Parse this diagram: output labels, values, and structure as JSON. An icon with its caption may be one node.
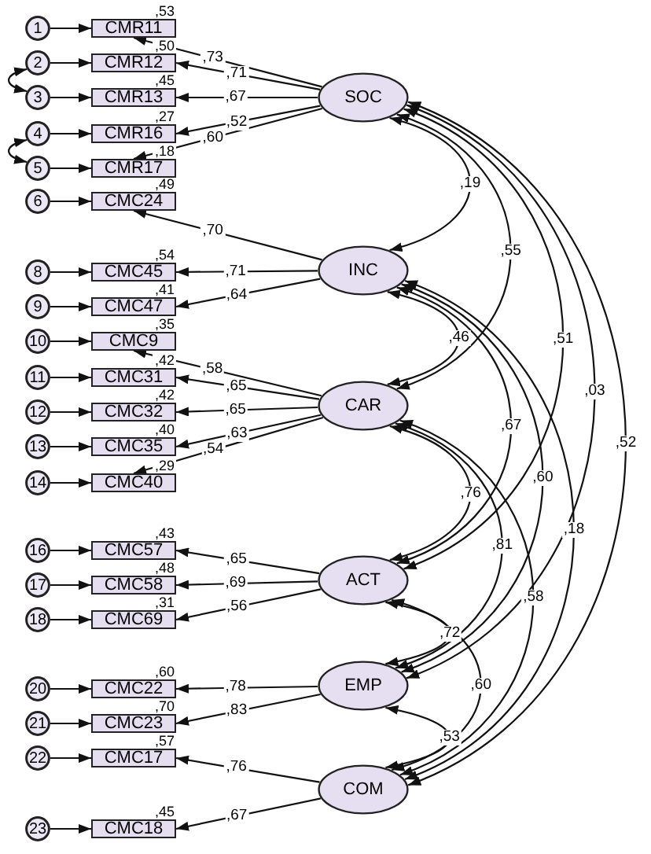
{
  "diagram": {
    "nodes": [
      {
        "text": [
          "1"
        ]
      },
      {
        "text": [
          "CMR11"
        ],
        "beside": [
          ",53"
        ]
      },
      {
        "text": [
          "2"
        ]
      },
      {
        "text": [
          "CMR12"
        ],
        "beside": [
          ",50"
        ]
      },
      {
        "text": [
          "3"
        ]
      },
      {
        "text": [
          "CMR13"
        ],
        "beside": [
          ",45"
        ]
      },
      {
        "text": [
          "SOC"
        ]
      },
      {
        "text": [
          "4"
        ]
      },
      {
        "text": [
          "CMR16"
        ],
        "beside": [
          ",27"
        ]
      },
      {
        "text": [
          "5"
        ]
      },
      {
        "text": [
          "CMR17"
        ],
        "beside": [
          ",18"
        ]
      },
      {
        "text": [
          "6"
        ]
      },
      {
        "text": [
          "CMC24"
        ],
        "beside": [
          ",49"
        ]
      },
      {
        "text": [
          "8"
        ]
      },
      {
        "text": [
          "CMC45"
        ],
        "beside": [
          ",54"
        ]
      },
      {
        "text": [
          "INC"
        ]
      },
      {
        "text": [
          "9"
        ]
      },
      {
        "text": [
          "CMC47"
        ],
        "beside": [
          ",41"
        ]
      },
      {
        "text": [
          "10"
        ]
      },
      {
        "text": [
          "CMC9"
        ],
        "beside": [
          ",35"
        ]
      },
      {
        "text": [
          "11"
        ]
      },
      {
        "text": [
          "CMC31"
        ],
        "beside": [
          ",42"
        ]
      },
      {
        "text": [
          "12"
        ]
      },
      {
        "text": [
          "CMC32"
        ],
        "beside": [
          ",42"
        ]
      },
      {
        "text": [
          "CAR"
        ]
      },
      {
        "text": [
          "13"
        ]
      },
      {
        "text": [
          "CMC35"
        ],
        "beside": [
          ",40"
        ]
      },
      {
        "text": [
          "14"
        ]
      },
      {
        "text": [
          "CMC40"
        ],
        "beside": [
          ",29"
        ]
      },
      {
        "text": [
          "16"
        ]
      },
      {
        "text": [
          "CMC57"
        ],
        "beside": [
          ",43"
        ]
      },
      {
        "text": [
          "17"
        ]
      },
      {
        "text": [
          "CMC58"
        ],
        "beside": [
          ",48"
        ]
      },
      {
        "text": [
          "ACT"
        ]
      },
      {
        "text": [
          "18"
        ]
      },
      {
        "text": [
          "CMC69"
        ],
        "beside": [
          ",31"
        ]
      },
      {
        "text": [
          "20"
        ]
      },
      {
        "text": [
          "CMC22"
        ],
        "beside": [
          ",60"
        ]
      },
      {
        "text": [
          "EMP"
        ]
      },
      {
        "text": [
          "21"
        ]
      },
      {
        "text": [
          "CMC23"
        ],
        "beside": [
          ",70"
        ]
      },
      {
        "text": [
          "22"
        ]
      },
      {
        "text": [
          "CMC17"
        ],
        "beside": [
          ",57"
        ]
      },
      {
        "text": [
          "COM"
        ]
      },
      {
        "text": [
          "23"
        ]
      },
      {
        "text": [
          "CMC18"
        ],
        "beside": [
          ",45"
        ]
      }
    ],
    "edges": [
      {
        "from": 0,
        "to": 1,
        "arrow": "to"
      },
      {
        "from": 2,
        "to": 3,
        "arrow": "to"
      },
      {
        "from": 4,
        "to": 5,
        "arrow": "to"
      },
      {
        "from": 7,
        "to": 8,
        "arrow": "to"
      },
      {
        "from": 9,
        "to": 10,
        "arrow": "to"
      },
      {
        "from": 11,
        "to": 12,
        "arrow": "to"
      },
      {
        "from": 13,
        "to": 14,
        "arrow": "to"
      },
      {
        "from": 16,
        "to": 17,
        "arrow": "to"
      },
      {
        "from": 18,
        "to": 19,
        "arrow": "to"
      },
      {
        "from": 20,
        "to": 21,
        "arrow": "to"
      },
      {
        "from": 22,
        "to": 23,
        "arrow": "to"
      },
      {
        "from": 25,
        "to": 26,
        "arrow": "to"
      },
      {
        "from": 27,
        "to": 28,
        "arrow": "to"
      },
      {
        "from": 29,
        "to": 30,
        "arrow": "to"
      },
      {
        "from": 31,
        "to": 32,
        "arrow": "to"
      },
      {
        "from": 34,
        "to": 35,
        "arrow": "to"
      },
      {
        "from": 36,
        "to": 37,
        "arrow": "to"
      },
      {
        "from": 39,
        "to": 40,
        "arrow": "to"
      },
      {
        "from": 41,
        "to": 42,
        "arrow": "to"
      },
      {
        "from": 44,
        "to": 45,
        "arrow": "to"
      },
      {
        "from": 2,
        "to": 4,
        "arrow": "both"
      },
      {
        "from": 7,
        "to": 9,
        "arrow": "both"
      },
      {
        "from": 6,
        "to": 1,
        "arrow": "to",
        "label": ",73"
      },
      {
        "from": 6,
        "to": 3,
        "arrow": "to",
        "label": ",71"
      },
      {
        "from": 6,
        "to": 5,
        "arrow": "to",
        "label": ",67"
      },
      {
        "from": 6,
        "to": 8,
        "arrow": "to",
        "label": ",52"
      },
      {
        "from": 6,
        "to": 10,
        "arrow": "to",
        "label": ",60"
      },
      {
        "from": 15,
        "to": 12,
        "arrow": "to",
        "label": ",70"
      },
      {
        "from": 15,
        "to": 14,
        "arrow": "to",
        "label": ",71"
      },
      {
        "from": 15,
        "to": 17,
        "arrow": "to",
        "label": ",64"
      },
      {
        "from": 24,
        "to": 19,
        "arrow": "to",
        "label": ",58"
      },
      {
        "from": 24,
        "to": 21,
        "arrow": "to",
        "label": ",65"
      },
      {
        "from": 24,
        "to": 23,
        "arrow": "to",
        "label": ",65"
      },
      {
        "from": 24,
        "to": 26,
        "arrow": "to",
        "label": ",63"
      },
      {
        "from": 24,
        "to": 28,
        "arrow": "to",
        "label": ",54"
      },
      {
        "from": 33,
        "to": 30,
        "arrow": "to",
        "label": ",65"
      },
      {
        "from": 33,
        "to": 32,
        "arrow": "to",
        "label": ",69"
      },
      {
        "from": 33,
        "to": 35,
        "arrow": "to",
        "label": ",56"
      },
      {
        "from": 38,
        "to": 37,
        "arrow": "to",
        "label": ",78"
      },
      {
        "from": 38,
        "to": 40,
        "arrow": "to",
        "label": ",83"
      },
      {
        "from": 43,
        "to": 42,
        "arrow": "to",
        "label": ",76"
      },
      {
        "from": 43,
        "to": 45,
        "arrow": "to",
        "label": ",67"
      },
      {
        "from": 6,
        "to": 15,
        "arrow": "both",
        "label": ",19"
      },
      {
        "from": 6,
        "to": 24,
        "arrow": "both",
        "label": ",55"
      },
      {
        "from": 6,
        "to": 33,
        "arrow": "both",
        "label": ",51"
      },
      {
        "from": 6,
        "to": 38,
        "arrow": "both",
        "label": ",03"
      },
      {
        "from": 6,
        "to": 43,
        "arrow": "both",
        "label": ",52"
      },
      {
        "from": 15,
        "to": 24,
        "arrow": "both",
        "label": ",46"
      },
      {
        "from": 15,
        "to": 33,
        "arrow": "both",
        "label": ",67"
      },
      {
        "from": 15,
        "to": 38,
        "arrow": "both",
        "label": ",60"
      },
      {
        "from": 15,
        "to": 43,
        "arrow": "both",
        "label": ",18"
      },
      {
        "from": 24,
        "to": 33,
        "arrow": "both",
        "label": ",76"
      },
      {
        "from": 24,
        "to": 38,
        "arrow": "both",
        "label": ",81"
      },
      {
        "from": 24,
        "to": 43,
        "arrow": "both",
        "label": ",58"
      },
      {
        "from": 33,
        "to": 38,
        "arrow": "both",
        "label": ",72"
      },
      {
        "from": 33,
        "to": 43,
        "arrow": "both",
        "label": ",60"
      },
      {
        "from": 38,
        "to": 43,
        "arrow": "both",
        "label": ",53"
      }
    ]
  }
}
